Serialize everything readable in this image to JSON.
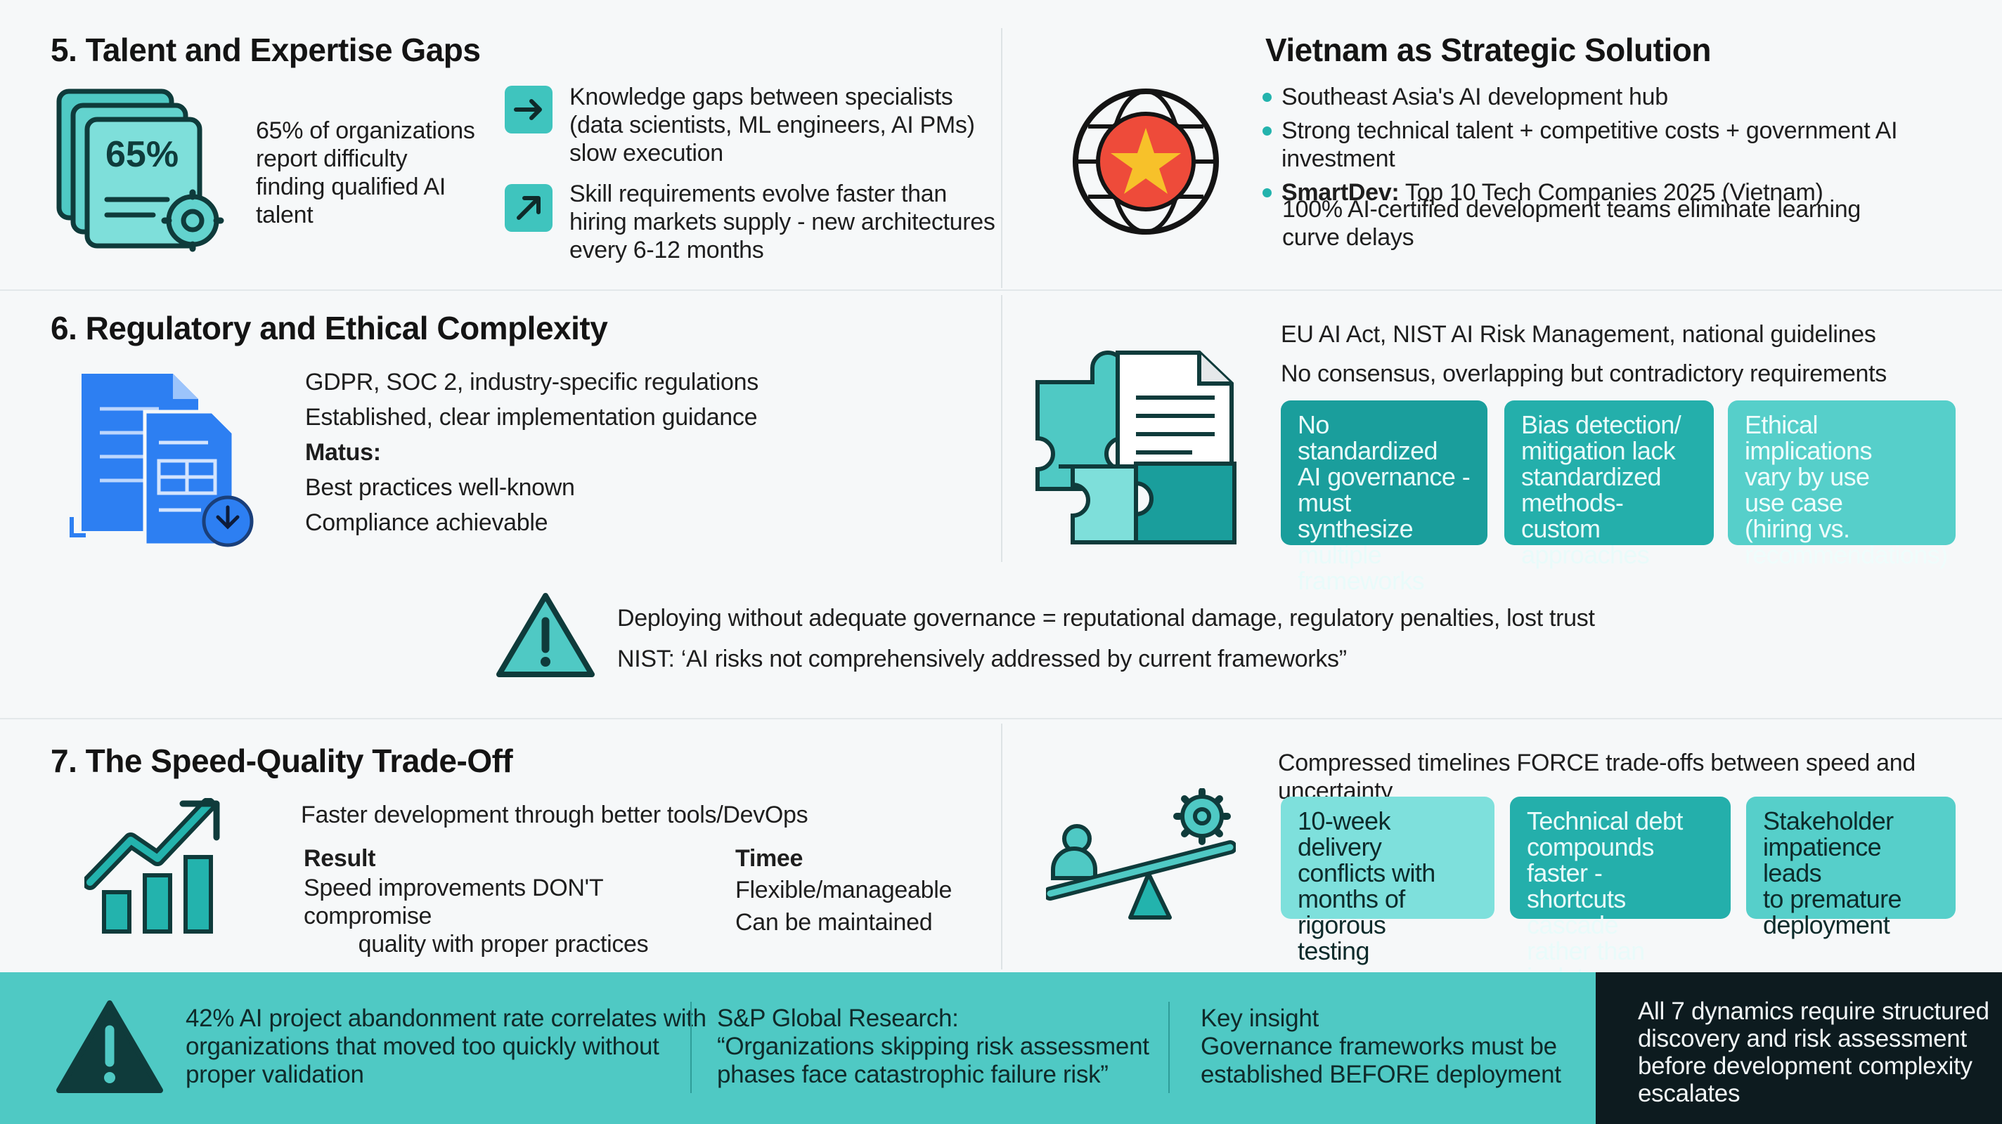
{
  "s5": {
    "title": "5. Talent and Expertise Gaps",
    "badge": "65%",
    "stat": [
      "65% of organizations",
      "report difficulty",
      "finding qualified AI",
      "talent"
    ],
    "p1": [
      "Knowledge gaps between specialists",
      "(data scientists, ML engineers, AI PMs)",
      "slow execution"
    ],
    "p2": [
      "Skill requirements evolve faster than",
      "hiring markets supply - new architectures",
      "every 6-12 months"
    ]
  },
  "vn": {
    "title": "Vietnam as Strategic Solution",
    "b1": "Southeast Asia's AI development hub",
    "b2": "Strong technical talent + competitive costs + government AI investment",
    "b3_bold": "SmartDev:",
    "b3_rest": " Top 10 Tech Companies 2025 (Vietnam)",
    "note": [
      "100% AI-certified development teams eliminate learning",
      "curve delays"
    ]
  },
  "s6": {
    "title": "6. Regulatory and Ethical Complexity",
    "l1": "GDPR, SOC 2, industry-specific regulations",
    "l2": "Established, clear implementation guidance",
    "l3": "Matus:",
    "l4": "Best practices well-known",
    "l5": "Compliance achievable",
    "r1": "EU AI Act, NIST AI Risk Management, national guidelines",
    "r2": "No consensus, overlapping but contradictory requirements",
    "cards": [
      [
        "No standardized",
        "AI governance -",
        "must synthesize",
        "multiple",
        "frameworks"
      ],
      [
        "Bias detection/",
        "mitigation lack",
        "standardized",
        "methods-custom",
        "approaches"
      ],
      [
        "Ethical implications",
        "vary by use",
        "use case",
        "(hiring vs.",
        "recommendations)"
      ]
    ],
    "warn1": "Deploying without adequate governance = reputational damage, regulatory penalties, lost trust",
    "warn2": "NIST: ‘AI risks not comprehensively addressed by current frameworks”"
  },
  "s7": {
    "title": "7. The Speed-Quality Trade-Off",
    "lead": "Faster development through better tools/DevOps",
    "res_h": "Result",
    "res": [
      "Speed improvements DON'T compromise",
      "quality with proper practices"
    ],
    "time_h": "Timee",
    "time": [
      "Flexible/manageable",
      "Can be maintained"
    ],
    "r1": "Compressed timelines FORCE trade-offs between speed and uncertainty",
    "cards": [
      [
        "10-week delivery",
        "conflicts with",
        "months of rigorous",
        "testing"
      ],
      [
        "Technical debt",
        "compounds faster -",
        "shortcuts cascade",
        "rather than isolate"
      ],
      [
        "Stakeholder",
        "impatience leads",
        "to premature",
        "deployment"
      ]
    ]
  },
  "footer": {
    "f1": [
      "42% AI project abandonment rate correlates with",
      "organizations that moved too quickly without",
      "proper validation"
    ],
    "f2": [
      "S&P Global Research:",
      "“Organizations skipping risk assessment",
      "phases face catastrophic failure risk”"
    ],
    "f3": [
      "Key insight",
      "Governance frameworks must be",
      "established BEFORE deployment"
    ],
    "f4": [
      "All 7 dynamics require structured",
      "discovery and risk assessment",
      "before development complexity",
      "escalates"
    ]
  },
  "colors": {
    "teal": "#23b3ad",
    "dark": "#0d1b1f",
    "footer": "#4fc9c4",
    "blue": "#2d7ff2"
  }
}
